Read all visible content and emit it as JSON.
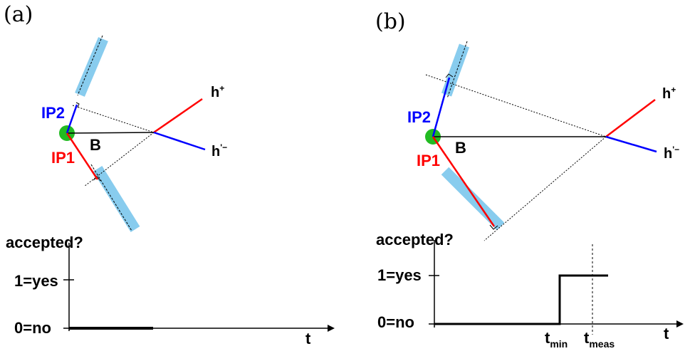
{
  "panels": [
    {
      "id": "a",
      "label": "(a)",
      "vertex_label": "B",
      "ip_labels": [
        "IP2",
        "IP1"
      ],
      "track_labels": {
        "plus": "h",
        "plus_sup": "+",
        "minus": "h",
        "minus_sup": "'−"
      },
      "plot": {
        "ylabel": "accepted?",
        "y_ticks": [
          "1=yes",
          "0=no"
        ],
        "xlabel": "t",
        "x_ticks": []
      }
    },
    {
      "id": "b",
      "label": "(b)",
      "vertex_label": "B",
      "ip_labels": [
        "IP2",
        "IP1"
      ],
      "track_labels": {
        "plus": "h",
        "plus_sup": "+",
        "minus": "h",
        "minus_sup": "'−"
      },
      "plot": {
        "ylabel": "accepted?",
        "y_ticks": [
          "1=yes",
          "0=no"
        ],
        "xlabel": "t",
        "x_ticks": [
          {
            "base": "t",
            "sub": "min"
          },
          {
            "base": "t",
            "sub": "meas"
          }
        ]
      }
    }
  ],
  "colors": {
    "ip1": "#ff0000",
    "ip2": "#0000ff",
    "h_plus": "#ff0000",
    "h_minus": "#0000ff",
    "vertex": "#22bb22",
    "detector": "#88ccee"
  }
}
